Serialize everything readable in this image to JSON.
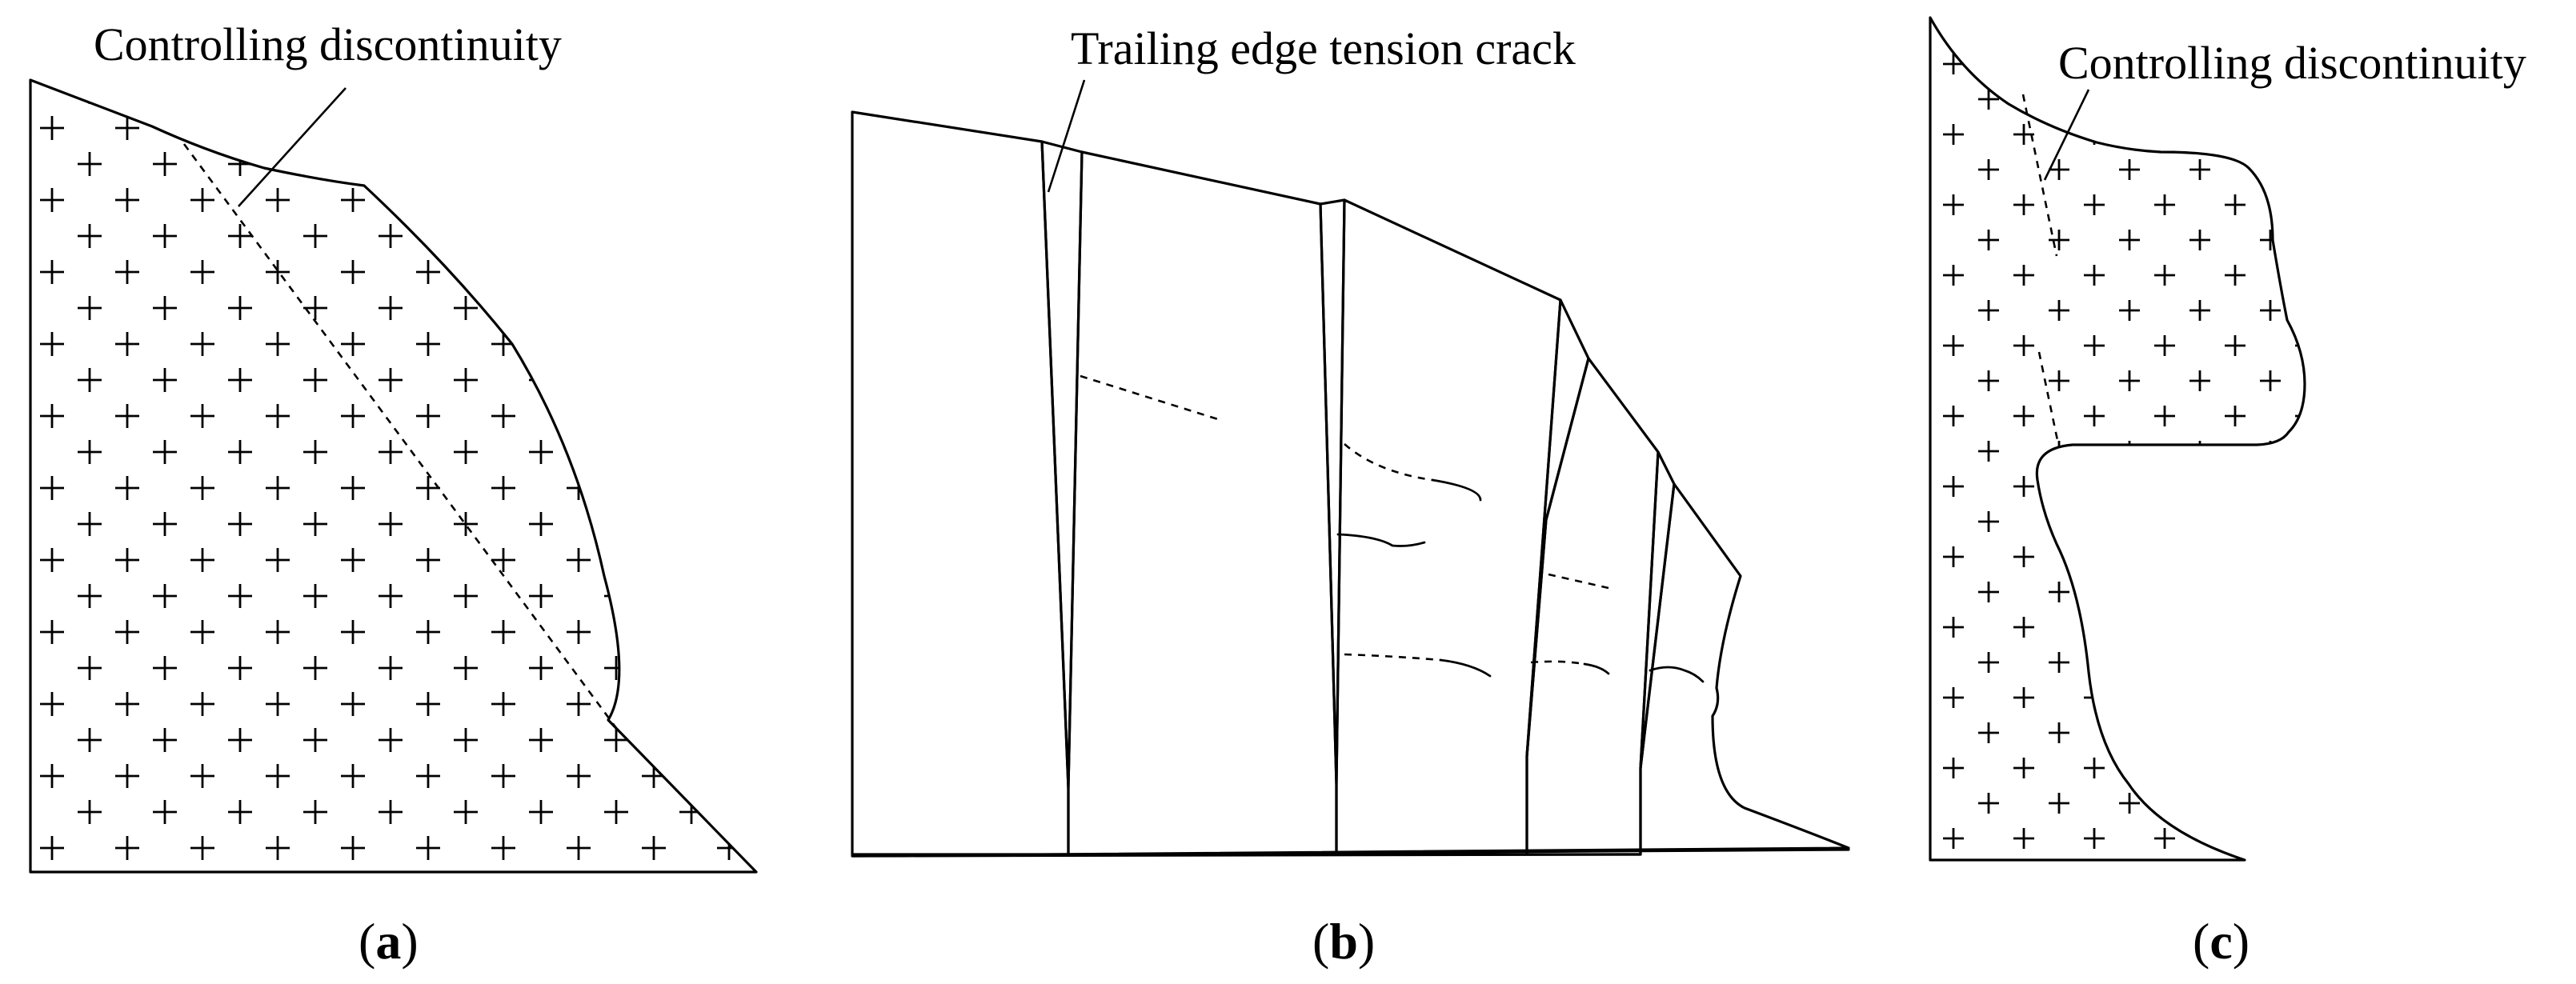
{
  "panels": [
    {
      "id": "a",
      "caption_letter": "a",
      "annotation": "Controlling discontinuity"
    },
    {
      "id": "b",
      "caption_letter": "b",
      "annotation": "Trailing edge tension crack"
    },
    {
      "id": "c",
      "caption_letter": "c",
      "annotation": "Controlling discontinuity"
    }
  ],
  "caption_open": "(",
  "caption_close": ")",
  "icons": [
    "rock-mass-plus-pattern",
    "dashed-discontinuity-line"
  ],
  "colors": {
    "line": "#000000",
    "background": "#ffffff"
  }
}
